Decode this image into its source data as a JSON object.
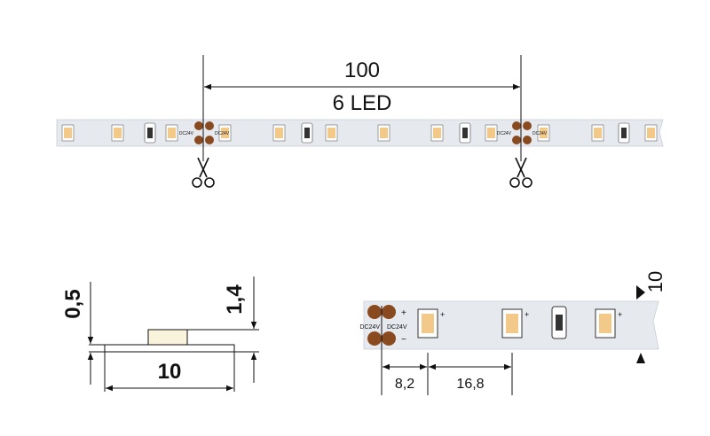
{
  "top_strip": {
    "pitch_label": "100",
    "led_count_label": "6 LED",
    "pad_voltage_label": "DC24V"
  },
  "profile_view": {
    "width_label": "10",
    "thickness_label": "0,5",
    "height_label": "1,4"
  },
  "detail_view": {
    "pad_voltage_label": "DC24V",
    "offset_label": "8,2",
    "spacing_label": "16,8",
    "strip_width_label": "10"
  },
  "icons": [
    "scissors-icon",
    "scissors-icon"
  ],
  "colors": {
    "strip": "#e6e9ee",
    "led_body": "#fbf4dc",
    "led_emitter": "#f3c98a",
    "solder_pad": "#8a4a20",
    "line": "#111111"
  }
}
